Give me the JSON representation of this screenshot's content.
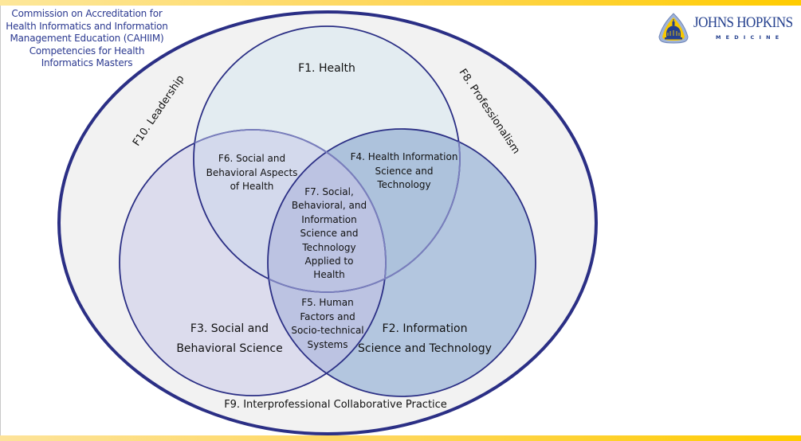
{
  "header": {
    "lines": [
      "Commission on Accreditation for",
      "Health Informatics and Information",
      "Management Education (CAHIIM)",
      "Competencies for Health",
      "Informatics Masters"
    ]
  },
  "logo": {
    "name": "JOHNS HOPKINS",
    "sub": "MEDICINE",
    "icon": "dome-shield-icon"
  },
  "colors": {
    "band": "#ffcc00",
    "outline": "#2b2f85",
    "outer_fill": "#f2f2f2",
    "health_fill": "#e3ecf1",
    "social_fill": "#dcdced",
    "info_fill": "#b3c6df",
    "center_fill": "#bcc3e2",
    "text": "#2b3990"
  },
  "diagram": {
    "outer_domains": {
      "leadership": "F10. Leadership",
      "professionalism": "F8. Professionalism",
      "interprofessional": "F9. Interprofessional Collaborative Practice"
    },
    "circles": {
      "health": "F1. Health",
      "social": [
        "F3. Social and",
        "Behavioral Science"
      ],
      "information": [
        "F2. Information",
        "Science and Technology"
      ]
    },
    "overlaps": {
      "health_social": [
        "F6. Social and",
        "Behavioral Aspects",
        "of Health"
      ],
      "health_information": [
        "F4. Health Information",
        "Science and",
        "Technology"
      ],
      "social_information": [
        "F5. Human",
        "Factors and",
        "Socio-technical",
        "Systems"
      ],
      "all_three": [
        "F7. Social,",
        "Behavioral, and",
        "Information",
        "Science and",
        "Technology",
        "Applied to",
        "Health"
      ]
    }
  }
}
